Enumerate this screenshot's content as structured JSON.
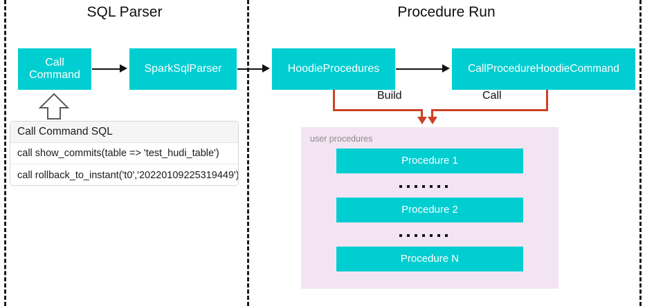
{
  "diagram": {
    "sections": [
      {
        "id": "sql-parser",
        "title": "SQL Parser"
      },
      {
        "id": "procedure-run",
        "title": "Procedure Run"
      }
    ],
    "nodes": [
      {
        "id": "call-command",
        "label": "Call\nCommand",
        "label_line1": "Call",
        "label_line2": "Command",
        "color": "#00CED1"
      },
      {
        "id": "spark-sql-parser",
        "label": "SparkSqlParser",
        "color": "#00CED1"
      },
      {
        "id": "hoodie-procedures",
        "label": "HoodieProcedures",
        "color": "#00CED1"
      },
      {
        "id": "call-procedure-hoodie-command",
        "label": "CallProcedureHoodieCommand",
        "color": "#00CED1"
      }
    ],
    "edge_labels": {
      "build": "Build",
      "call": "Call"
    },
    "sql_table": {
      "header": "Call Command SQL",
      "rows": [
        "call show_commits(table => 'test_hudi_table')",
        "call rollback_to_instant('t0','20220109225319449')"
      ]
    },
    "user_procedures_panel": {
      "label": "user procedures",
      "background": "#F3E4F3",
      "items": [
        {
          "label": "Procedure 1"
        },
        {
          "label": "Procedure 2"
        },
        {
          "label": "Procedure N"
        }
      ],
      "ellipsis": "......."
    },
    "colors": {
      "teal": "#00CED1",
      "orange": "#CC4125",
      "panel": "#F3E4F3",
      "divider": "#1A1A1A",
      "text": "#0F0F0F"
    }
  }
}
